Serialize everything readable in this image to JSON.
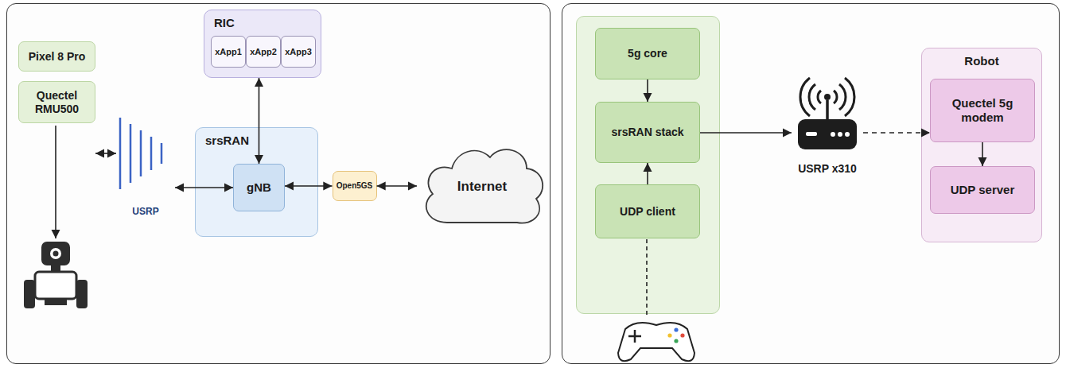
{
  "diagram": {
    "nodes": [
      {
        "text": [
          "RIC"
        ]
      },
      {
        "text": [
          "xApp1"
        ],
        "in": 0
      },
      {
        "text": [
          "xApp2"
        ],
        "in": 0
      },
      {
        "text": [
          "xApp3"
        ],
        "in": 0
      },
      {
        "text": [
          "Pixel 8 Pro"
        ]
      },
      {
        "text": [
          "Quectel RMU500"
        ]
      },
      {
        "text": [
          "USRP"
        ]
      },
      {
        "text": [
          "srsRAN"
        ]
      },
      {
        "text": [
          "gNB"
        ],
        "in": 7
      },
      {
        "text": [
          "Open5GS"
        ]
      },
      {
        "text": [
          "Internet"
        ]
      },
      {
        "text": [
          "5g core"
        ]
      },
      {
        "text": [
          "srsRAN stack"
        ]
      },
      {
        "text": [
          "UDP client"
        ]
      },
      {
        "text": [
          "USRP x310"
        ]
      },
      {
        "text": [
          "Robot"
        ]
      },
      {
        "text": [
          "Quectel 5g modem"
        ],
        "in": 15
      },
      {
        "text": [
          "UDP server"
        ],
        "in": 15
      }
    ],
    "edges": [
      {
        "from": 8,
        "to": 0,
        "arrow": "both"
      },
      {
        "from": 5,
        "to": 6,
        "arrow": "both"
      },
      {
        "from": 6,
        "to": 8,
        "arrow": "both"
      },
      {
        "from": 8,
        "to": 9,
        "arrow": "both"
      },
      {
        "from": 9,
        "to": 10,
        "arrow": "both"
      },
      {
        "from": 11,
        "to": 12,
        "arrow": "to"
      },
      {
        "from": 13,
        "to": 12,
        "arrow": "to"
      },
      {
        "from": 12,
        "to": 14,
        "arrow": "to"
      },
      {
        "from": 14,
        "to": 16,
        "arrow": "to"
      },
      {
        "from": 16,
        "to": 17,
        "arrow": "to"
      }
    ]
  }
}
